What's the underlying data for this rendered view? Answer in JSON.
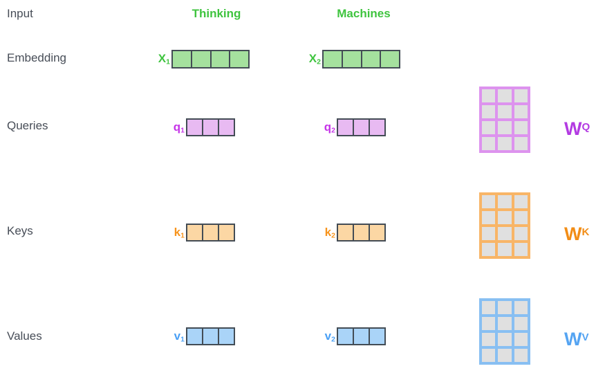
{
  "row_labels": {
    "input": "Input",
    "embedding": "Embedding",
    "queries": "Queries",
    "keys": "Keys",
    "values": "Values"
  },
  "columns": [
    {
      "header": "Thinking",
      "embedding": {
        "base": "X",
        "sub": "1",
        "cells": 4
      },
      "query": {
        "base": "q",
        "sub": "1",
        "cells": 3
      },
      "key": {
        "base": "k",
        "sub": "1",
        "cells": 3
      },
      "value": {
        "base": "v",
        "sub": "1",
        "cells": 3
      }
    },
    {
      "header": "Machines",
      "embedding": {
        "base": "X",
        "sub": "2",
        "cells": 4
      },
      "query": {
        "base": "q",
        "sub": "2",
        "cells": 3
      },
      "key": {
        "base": "k",
        "sub": "2",
        "cells": 3
      },
      "value": {
        "base": "v",
        "sub": "2",
        "cells": 3
      }
    }
  ],
  "matrices": [
    {
      "base": "W",
      "sup": "Q",
      "rows": 4,
      "cols": 3
    },
    {
      "base": "W",
      "sup": "K",
      "rows": 4,
      "cols": 3
    },
    {
      "base": "W",
      "sup": "V",
      "rows": 4,
      "cols": 3
    }
  ],
  "colors": {
    "label_text": "#474d57",
    "green_text": "#3fc43f",
    "green_fill": "#a5e19e",
    "vector_border": "#434c55",
    "query_text": "#c635e8",
    "query_fill": "#e8baf2",
    "wq_border": "#dd93ee",
    "wq_text": "#b33be2",
    "key_text": "#f7941d",
    "key_fill": "#fcd7a4",
    "wk_border": "#f8b567",
    "wk_text": "#f28d16",
    "value_text": "#4aa0f5",
    "value_fill": "#aad4f8",
    "wv_border": "#88bff2",
    "wv_text": "#55a4f2",
    "matrix_cell": "#e0e0e0"
  }
}
